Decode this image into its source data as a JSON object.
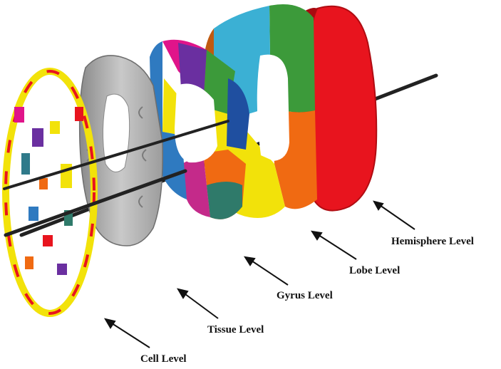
{
  "labels": {
    "hemisphere": "Hemisphere Level",
    "lobe": "Lobe Level",
    "gyrus": "Gyrus Level",
    "tissue": "Tissue Level",
    "cell": "Cell Level"
  },
  "colors": {
    "hemisphere_red": "#e8141e",
    "lobe_cyan": "#3bb0d4",
    "lobe_green": "#3c9a3a",
    "lobe_orange": "#f06a12",
    "lobe_yellow": "#f2e20a",
    "tissue_gray": "#b4b4b4",
    "axis": "#222222"
  }
}
